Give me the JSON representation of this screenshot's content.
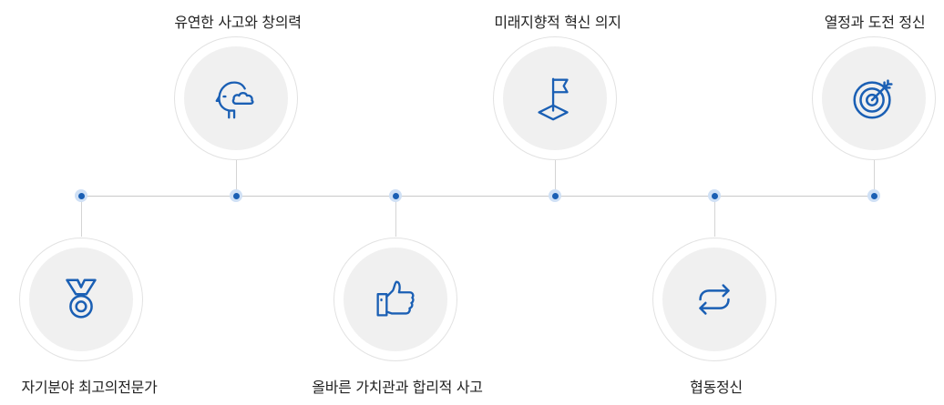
{
  "accent_color": "#1a5fb4",
  "items": [
    {
      "label": "자기분야 최고의전문가",
      "icon": "medal-icon"
    },
    {
      "label": "유연한 사고와 창의력",
      "icon": "head-cloud-icon"
    },
    {
      "label": "올바른 가치관과 합리적 사고",
      "icon": "thumbs-up-icon"
    },
    {
      "label": "미래지향적 혁신 의지",
      "icon": "flag-icon"
    },
    {
      "label": "협동정신",
      "icon": "repeat-arrows-icon"
    },
    {
      "label": "열정과 도전 정신",
      "icon": "target-icon"
    }
  ]
}
